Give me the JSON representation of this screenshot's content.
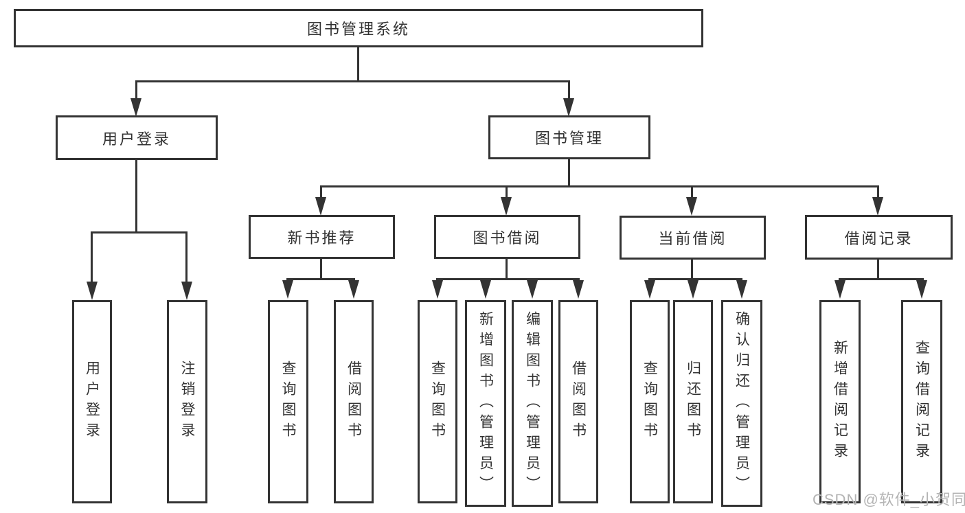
{
  "diagram": {
    "tree": {
      "label": "图书管理系统",
      "children": [
        {
          "label": "用户登录",
          "children": [
            {
              "label": "用户登录"
            },
            {
              "label": "注销登录"
            }
          ]
        },
        {
          "label": "图书管理",
          "children": [
            {
              "label": "新书推荐",
              "children": [
                {
                  "label": "查询图书"
                },
                {
                  "label": "借阅图书"
                }
              ]
            },
            {
              "label": "图书借阅",
              "children": [
                {
                  "label": "查询图书"
                },
                {
                  "label": "新增图书（管理员）"
                },
                {
                  "label": "编辑图书（管理员）"
                },
                {
                  "label": "借阅图书"
                }
              ]
            },
            {
              "label": "当前借阅",
              "children": [
                {
                  "label": "查询图书"
                },
                {
                  "label": "归还图书"
                },
                {
                  "label": "确认归还（管理员）"
                }
              ]
            },
            {
              "label": "借阅记录",
              "children": [
                {
                  "label": "新增借阅记录"
                },
                {
                  "label": "查询借阅记录"
                }
              ]
            }
          ]
        }
      ]
    },
    "colors": {
      "line": "#333333",
      "text": "#333333",
      "box_background": "#ffffff",
      "watermark": "#b4b4b4",
      "background": "#ffffff"
    }
  },
  "watermark": {
    "text": "CSDN @软件_小贺同学"
  }
}
